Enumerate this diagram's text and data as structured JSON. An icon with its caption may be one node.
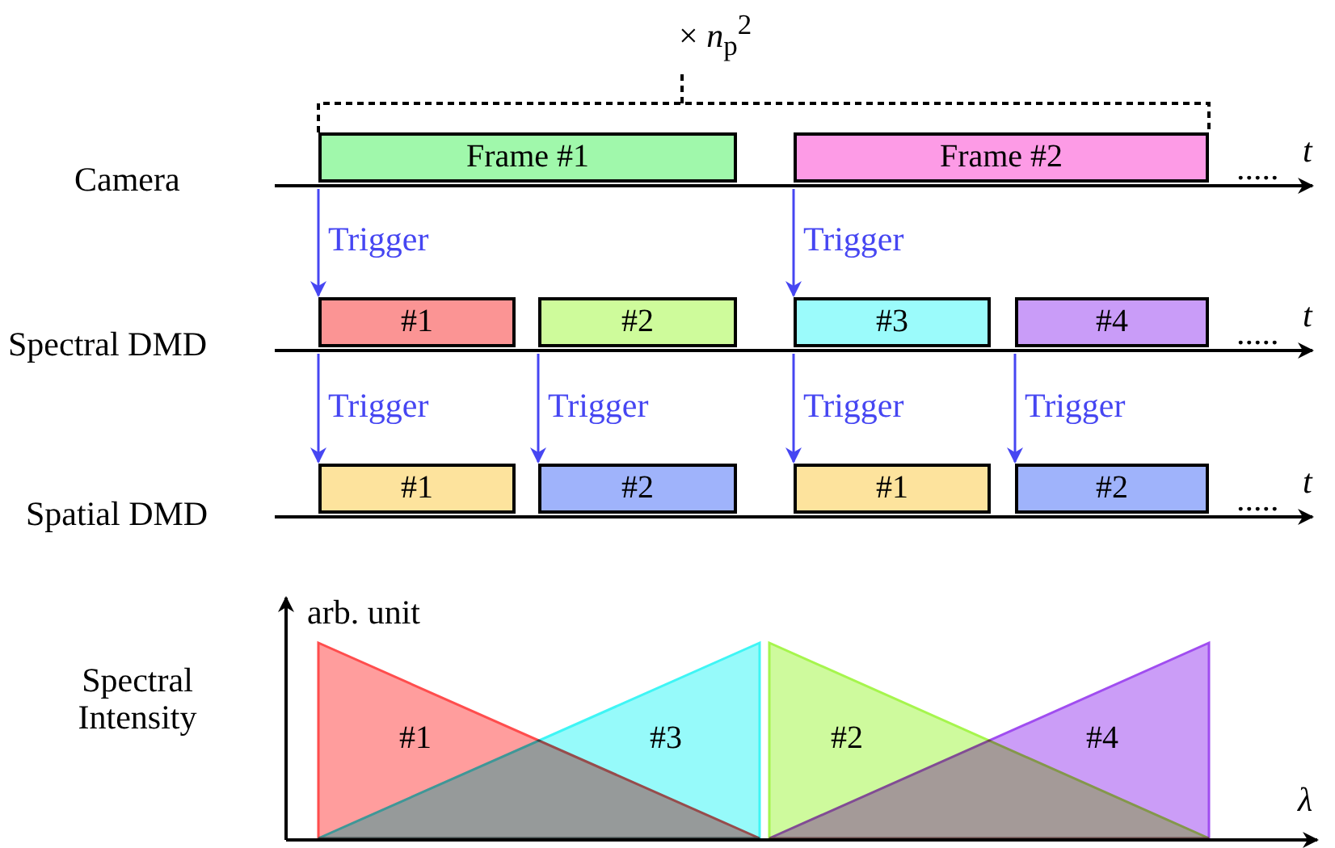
{
  "diagram": {
    "nodes": [
      {
        "text": [
          "Frame #1"
        ]
      },
      {
        "text": [
          "Frame #2"
        ]
      },
      {
        "text": [
          "#1"
        ]
      },
      {
        "text": [
          "#2"
        ]
      },
      {
        "text": [
          "#3"
        ]
      },
      {
        "text": [
          "#4"
        ]
      },
      {
        "text": [
          "#1"
        ]
      },
      {
        "text": [
          "#2"
        ]
      },
      {
        "text": [
          "#1"
        ]
      },
      {
        "text": [
          "#2"
        ]
      },
      {
        "text": [
          "#1"
        ]
      },
      {
        "text": [
          "#3"
        ]
      },
      {
        "text": [
          "#2"
        ]
      },
      {
        "text": [
          "#4"
        ]
      }
    ],
    "edges": [
      {
        "from": 0,
        "to": 2,
        "arrow": "to",
        "label": "Trigger"
      },
      {
        "from": 1,
        "to": 4,
        "arrow": "to",
        "label": "Trigger"
      },
      {
        "from": 2,
        "to": 6,
        "arrow": "to",
        "label": "Trigger"
      },
      {
        "from": 3,
        "to": 7,
        "arrow": "to",
        "label": "Trigger"
      },
      {
        "from": 4,
        "to": 8,
        "arrow": "to",
        "label": "Trigger"
      },
      {
        "from": 5,
        "to": 9,
        "arrow": "to",
        "label": "Trigger"
      }
    ],
    "labels": [
      "× *n*$_{p}$$^{2}$",
      "Camera",
      ".....",
      "t",
      "Spectral DMD",
      ".....",
      "t",
      "Spatial DMD",
      ".....",
      "t",
      "arb. unit",
      "Spectral Intensity",
      "λ"
    ]
  }
}
